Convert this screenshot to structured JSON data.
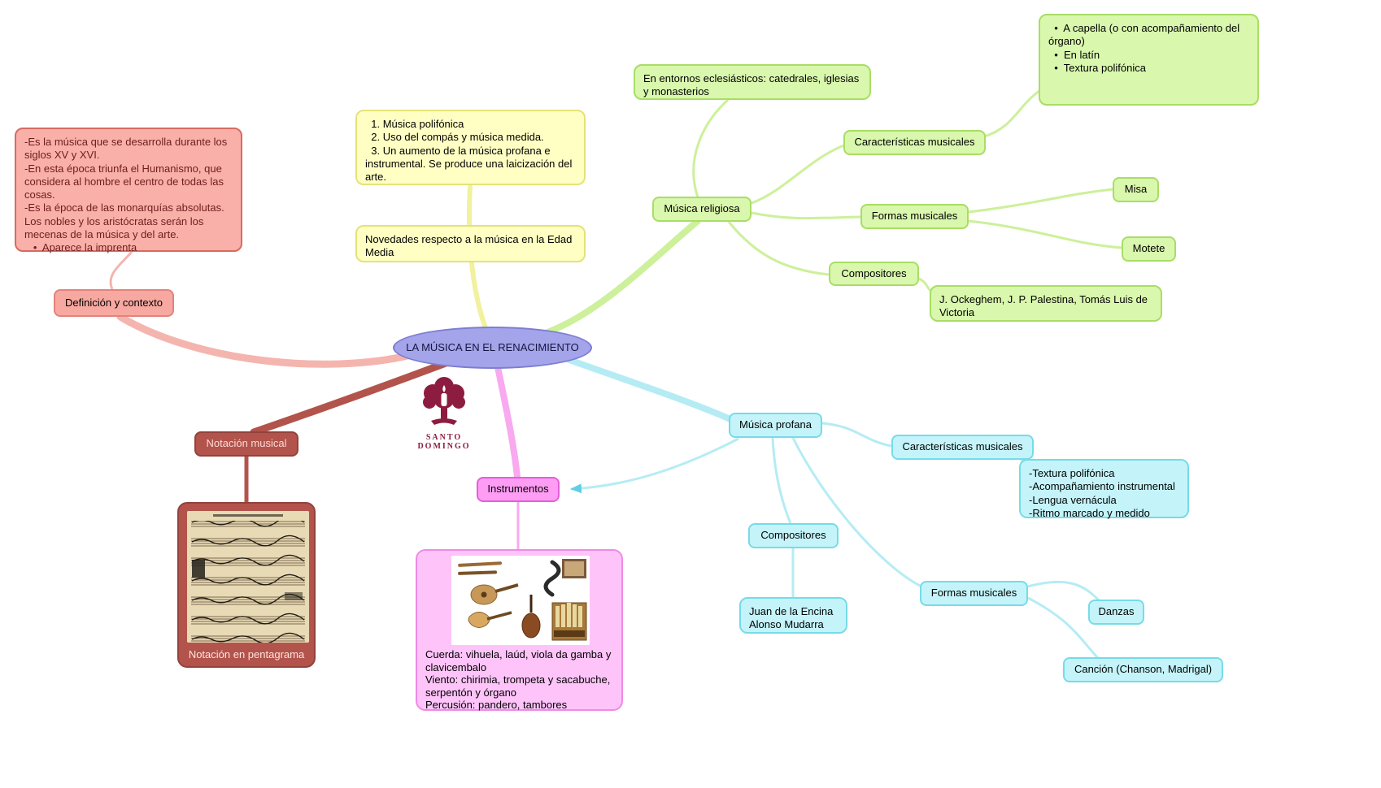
{
  "title": "LA MÚSICA EN EL RENACIMIENTO",
  "colors": {
    "central": "#a4a4ea",
    "salmon": "#f7a8a1",
    "yellow": "#ffffc4",
    "green": "#d9f7ad",
    "cyan": "#c4f4fa",
    "dark_red": "#b2544c",
    "magenta": "#ff9cf4",
    "magenta_light": "#fec4f9",
    "logo_maroon": "#8c1d40"
  },
  "central": {
    "label": "LA MÚSICA EN EL RENACIMIENTO"
  },
  "logo": {
    "name": "SANTO DOMINGO"
  },
  "branches": {
    "definicion": {
      "label": "Definición y contexto",
      "detail": "-Es la música que se desarrolla durante los siglos XV y XVI.\n-En esta época triunfa el Humanismo, que considera al hombre el centro de todas las cosas.\n-Es la época de las monarquías absolutas. Los nobles y los aristócratas serán los mecenas de la música y del arte.\n   •  Aparece la imprenta"
    },
    "novedades": {
      "label": "Novedades respecto a la música en la Edad Media",
      "list": "  1. Música polifónica\n  2. Uso del compás y música medida.\n  3. Un aumento de la música profana e instrumental. Se produce una laicización del arte."
    },
    "religiosa": {
      "label": "Música religiosa",
      "entorno": "En entornos eclesiásticos: catedrales, iglesias y monasterios",
      "caracteristicas_label": "Características musicales",
      "caracteristicas_detail": "  •  A capella (o con acompañamiento del órgano)\n  •  En latín\n  •  Textura polifónica",
      "formas_label": "Formas musicales",
      "misa": "Misa",
      "motete": "Motete",
      "compositores_label": "Compositores",
      "compositores_detail": "J. Ockeghem, J. P. Palestina, Tomás Luis de Victoria"
    },
    "profana": {
      "label": "Música profana",
      "caracteristicas_label": "Características musicales",
      "caracteristicas_detail": "-Textura polifónica\n-Acompañamiento instrumental\n-Lengua vernácula\n-Ritmo marcado y medido",
      "compositores_label": "Compositores",
      "compositores_detail": "Juan de la Encina\nAlonso Mudarra",
      "formas_label": "Formas musicales",
      "danzas": "Danzas",
      "cancion": "Canción (Chanson, Madrigal)"
    },
    "notacion": {
      "label": "Notación musical",
      "caption": "Notación en pentagrama"
    },
    "instrumentos": {
      "label": "Instrumentos",
      "detail": "Cuerda: vihuela, laúd, viola da gamba y clavicembalo\nViento: chirimia, trompeta y sacabuche, serpentón y órgano\nPercusión: pandero, tambores"
    }
  }
}
